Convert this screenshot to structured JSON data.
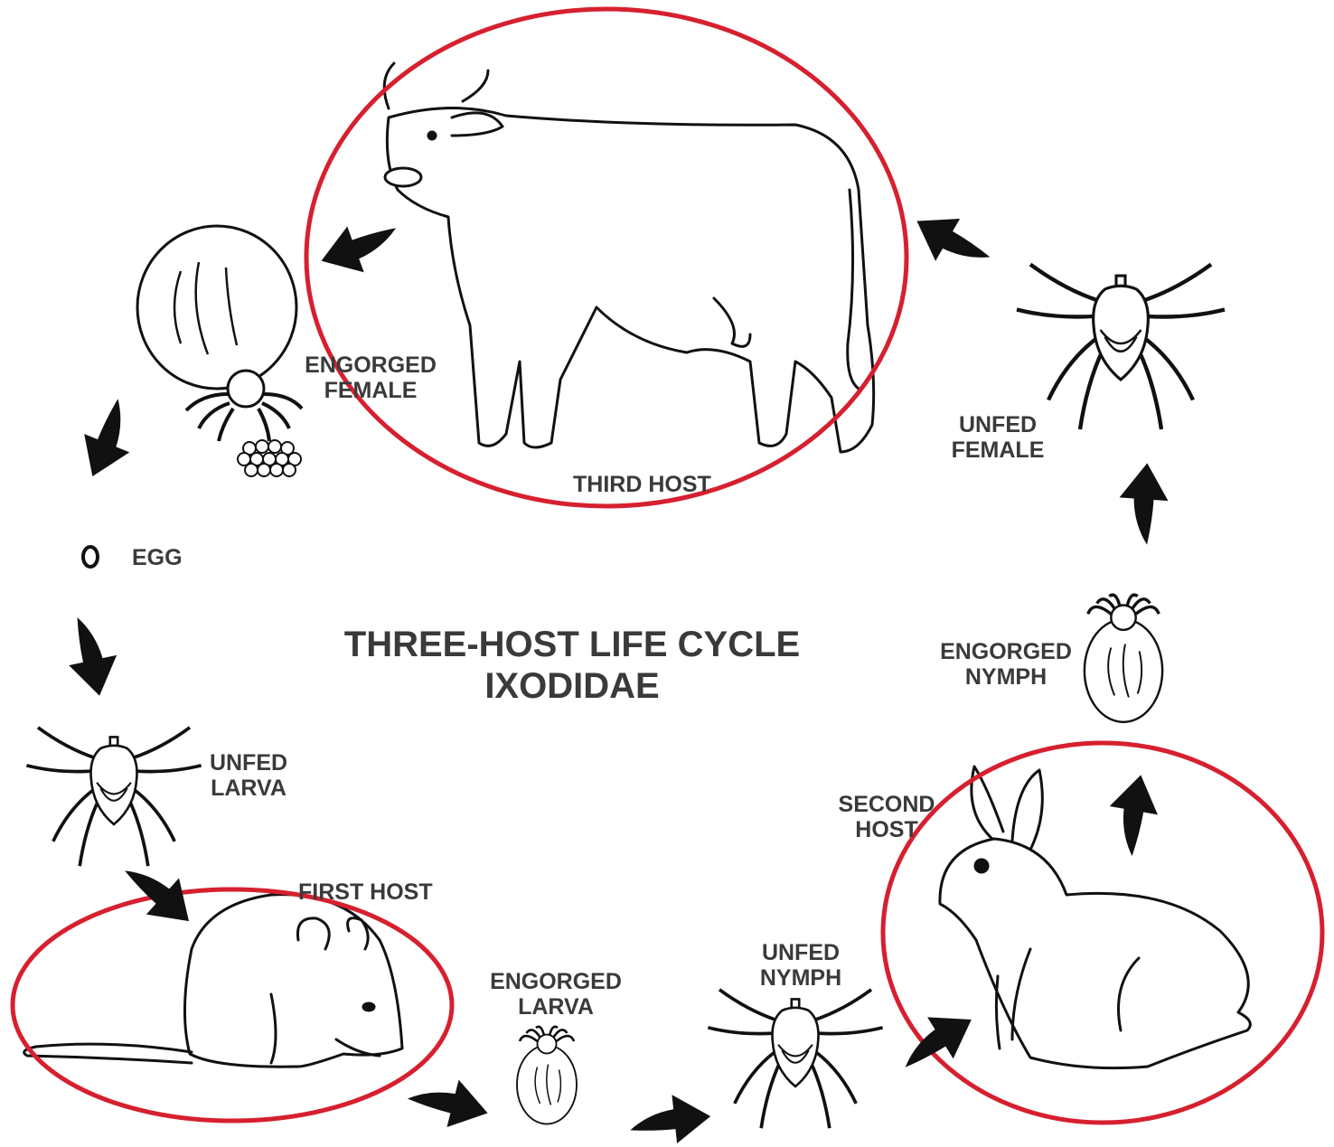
{
  "title": {
    "line1": "THREE-HOST LIFE CYCLE",
    "line2": "IXODIDAE"
  },
  "stages": {
    "engorged_female": [
      "ENGORGED",
      "FEMALE"
    ],
    "egg": "EGG",
    "unfed_larva": [
      "UNFED",
      "LARVA"
    ],
    "first_host": "FIRST HOST",
    "engorged_larva": [
      "ENGORGED",
      "LARVA"
    ],
    "unfed_nymph": [
      "UNFED",
      "NYMPH"
    ],
    "second_host": [
      "SECOND",
      "HOST"
    ],
    "engorged_nymph": [
      "ENGORGED",
      "NYMPH"
    ],
    "unfed_female": [
      "UNFED",
      "FEMALE"
    ],
    "third_host": "THIRD HOST"
  },
  "colors": {
    "highlight": "#d6202f",
    "ink": "#111111",
    "label": "#3a3a3a"
  }
}
